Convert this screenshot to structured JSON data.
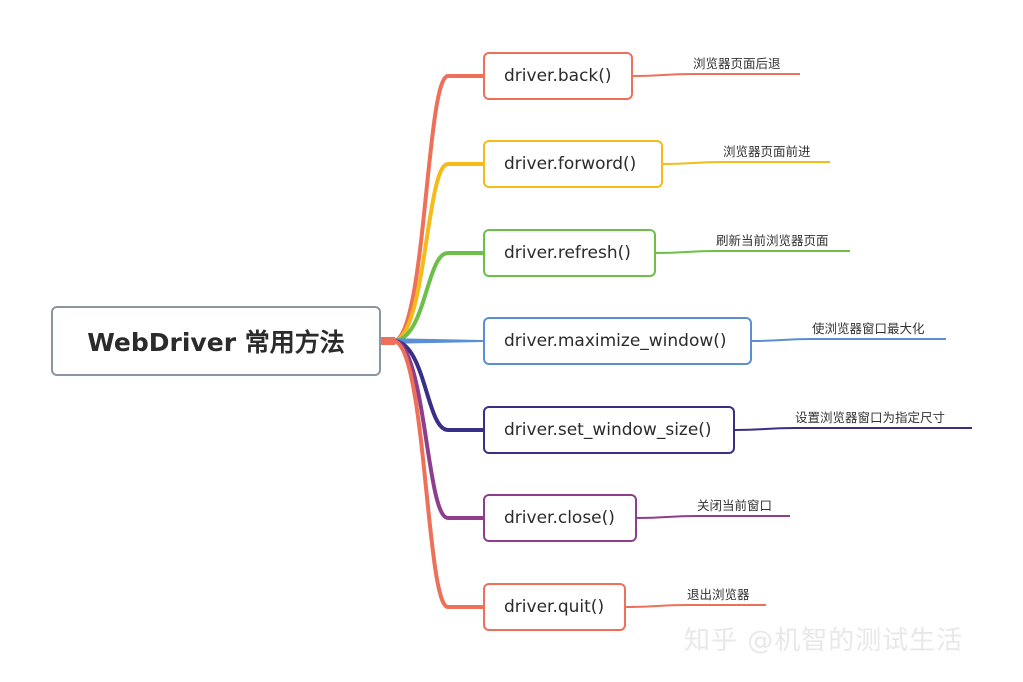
{
  "root": {
    "label": "WebDriver 常用方法"
  },
  "colors": {
    "root_border": "#8a96a3",
    "branches": [
      "#ee7059",
      "#f5bb19",
      "#6cc04a",
      "#5b8fd3",
      "#3a2f86",
      "#8e3e8a",
      "#ee7059"
    ]
  },
  "methods": [
    {
      "label": "driver.back()",
      "note": "浏览器页面后退"
    },
    {
      "label": "driver.forword()",
      "note": "浏览器页面前进"
    },
    {
      "label": "driver.refresh()",
      "note": "刷新当前浏览器页面"
    },
    {
      "label": "driver.maximize_window()",
      "note": "使浏览器窗口最大化"
    },
    {
      "label": "driver.set_window_size()",
      "note": "设置浏览器窗口为指定尺寸"
    },
    {
      "label": "driver.close()",
      "note": "关闭当前窗口"
    },
    {
      "label": "driver.quit()",
      "note": "退出浏览器"
    }
  ],
  "watermark": "知乎 @机智的测试生活"
}
